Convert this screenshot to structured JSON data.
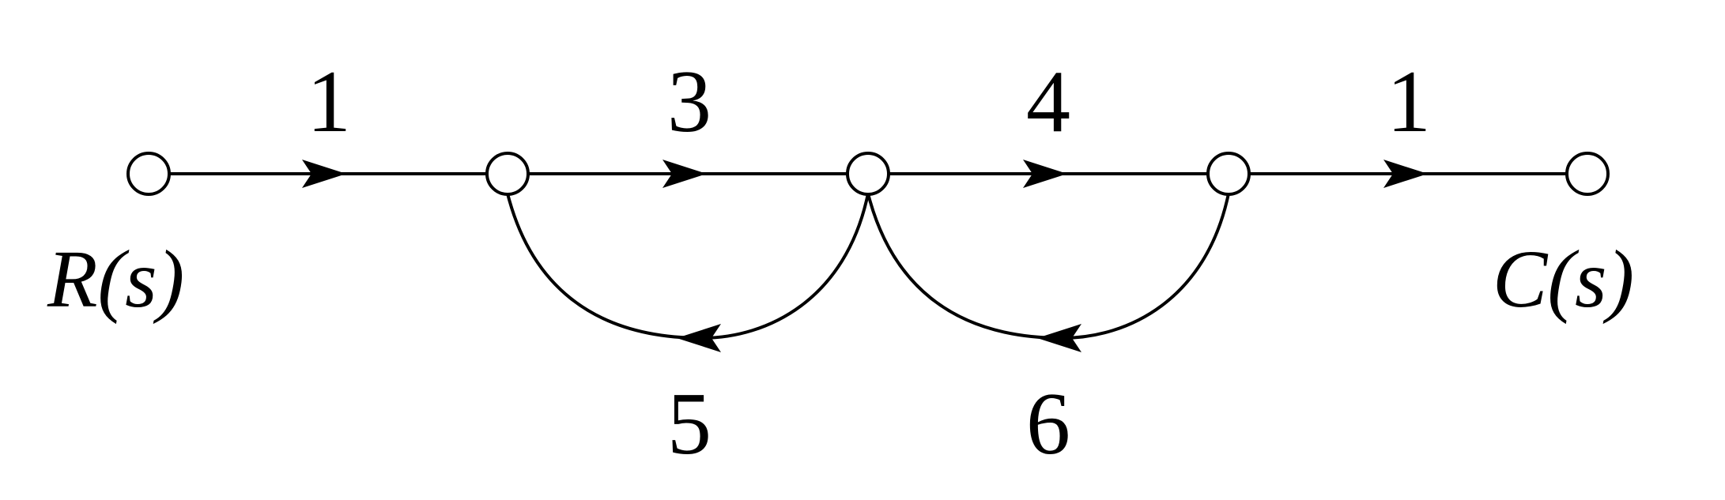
{
  "diagram": {
    "input_label": "R(s)",
    "output_label": "C(s)",
    "forward_gains": [
      "1",
      "3",
      "4",
      "1"
    ],
    "feedback_gains": [
      "5",
      "6"
    ]
  }
}
